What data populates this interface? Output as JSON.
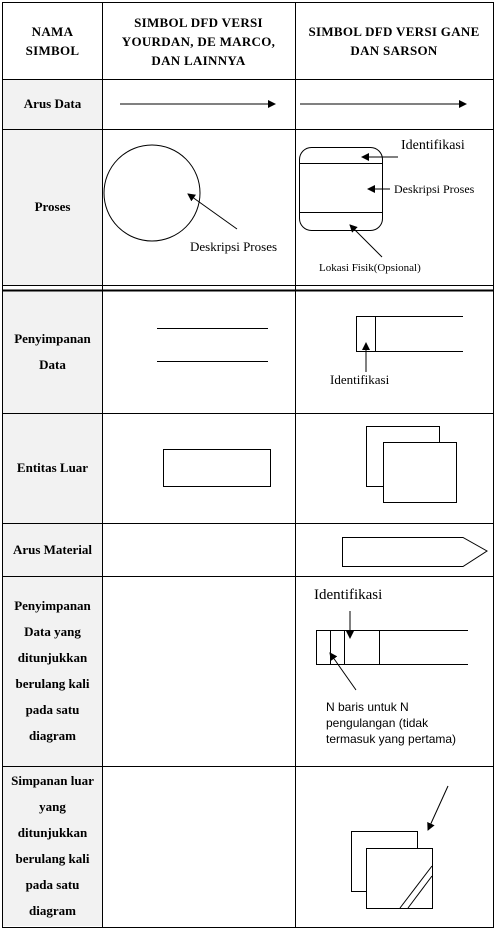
{
  "header": {
    "col1": "NAMA SIMBOL",
    "col2": "SIMBOL DFD VERSI YOURDAN, DE MARCO, DAN LAINNYA",
    "col3": "SIMBOL DFD VERSI GANE DAN SARSON"
  },
  "rows": [
    {
      "name": "Arus Data"
    },
    {
      "name": "Proses",
      "yourdan_label": "Deskripsi Proses",
      "gane_labels": [
        "Identifikasi",
        "Deskripsi Proses",
        "Lokasi Fisik(Opsional)"
      ]
    },
    {
      "name": "Penyimpanan Data",
      "gane_label": "Identifikasi"
    },
    {
      "name": "Entitas Luar"
    },
    {
      "name": "Arus Material"
    },
    {
      "name": "Penyimpanan Data yang ditunjukkan berulang kali pada satu diagram",
      "gane_labels": [
        "Identifikasi",
        "N baris untuk N pengulangan (tidak termasuk yang pertama)"
      ]
    },
    {
      "name": "Simpanan luar yang ditunjukkan berulang kali pada satu diagram"
    }
  ]
}
